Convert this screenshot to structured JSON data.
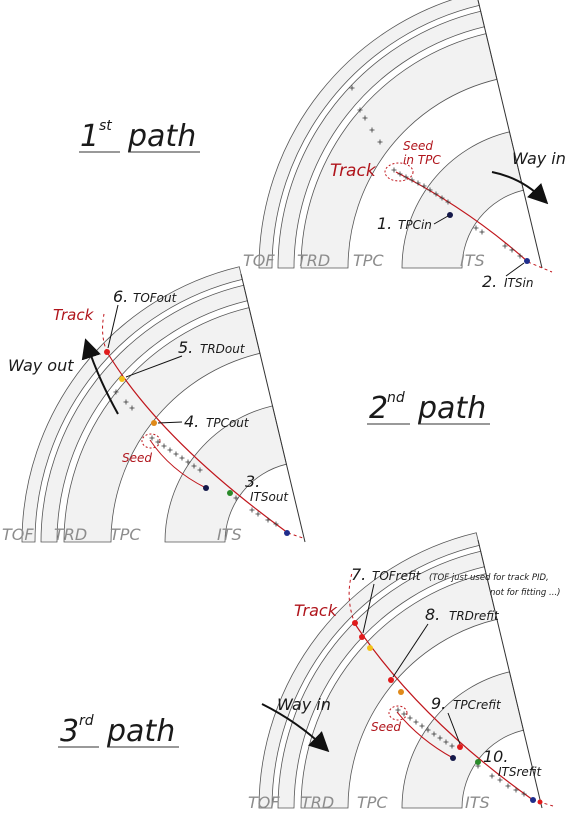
{
  "detectors": {
    "tof": "TOF",
    "trd": "TRD",
    "tpc": "TPC",
    "its": "ITS"
  },
  "paths": [
    {
      "ordinal": "1",
      "ordinal_suffix": "st",
      "word": "path",
      "track_label": "Track",
      "seed_label_line1": "Seed",
      "seed_label_line2": "in TPC",
      "way_label": "Way in",
      "steps": [
        {
          "num": "1.",
          "name": "TPCin"
        },
        {
          "num": "2.",
          "name": "ITSin"
        }
      ]
    },
    {
      "ordinal": "2",
      "ordinal_suffix": "nd",
      "word": "path",
      "track_label": "Track",
      "seed_label": "Seed",
      "way_label": "Way out",
      "steps": [
        {
          "num": "3.",
          "name": "ITSout"
        },
        {
          "num": "4.",
          "name": "TPCout"
        },
        {
          "num": "5.",
          "name": "TRDout"
        },
        {
          "num": "6.",
          "name": "TOFout"
        }
      ]
    },
    {
      "ordinal": "3",
      "ordinal_suffix": "rd",
      "word": "path",
      "track_label": "Track",
      "seed_label": "Seed",
      "way_label": "Way in",
      "note_line1": "(TOF just used for track PID,",
      "note_line2": "not for fitting ...)",
      "steps": [
        {
          "num": "7.",
          "name": "TOFrefit"
        },
        {
          "num": "8.",
          "name": "TRDrefit"
        },
        {
          "num": "9.",
          "name": "TPCrefit"
        },
        {
          "num": "10.",
          "name": "ITSrefit"
        }
      ]
    }
  ],
  "colors": {
    "track": "#c0161c",
    "label_red": "#b0151c",
    "detector_fill": "#f2f2f2",
    "detector_stroke": "#555555",
    "dot_red": "#e01b1b",
    "dot_yellow": "#f2c21b",
    "dot_orange": "#e08a1a",
    "dot_green": "#2a8a2a",
    "dot_blue": "#1f2d8c",
    "dot_navy": "#14194a"
  }
}
